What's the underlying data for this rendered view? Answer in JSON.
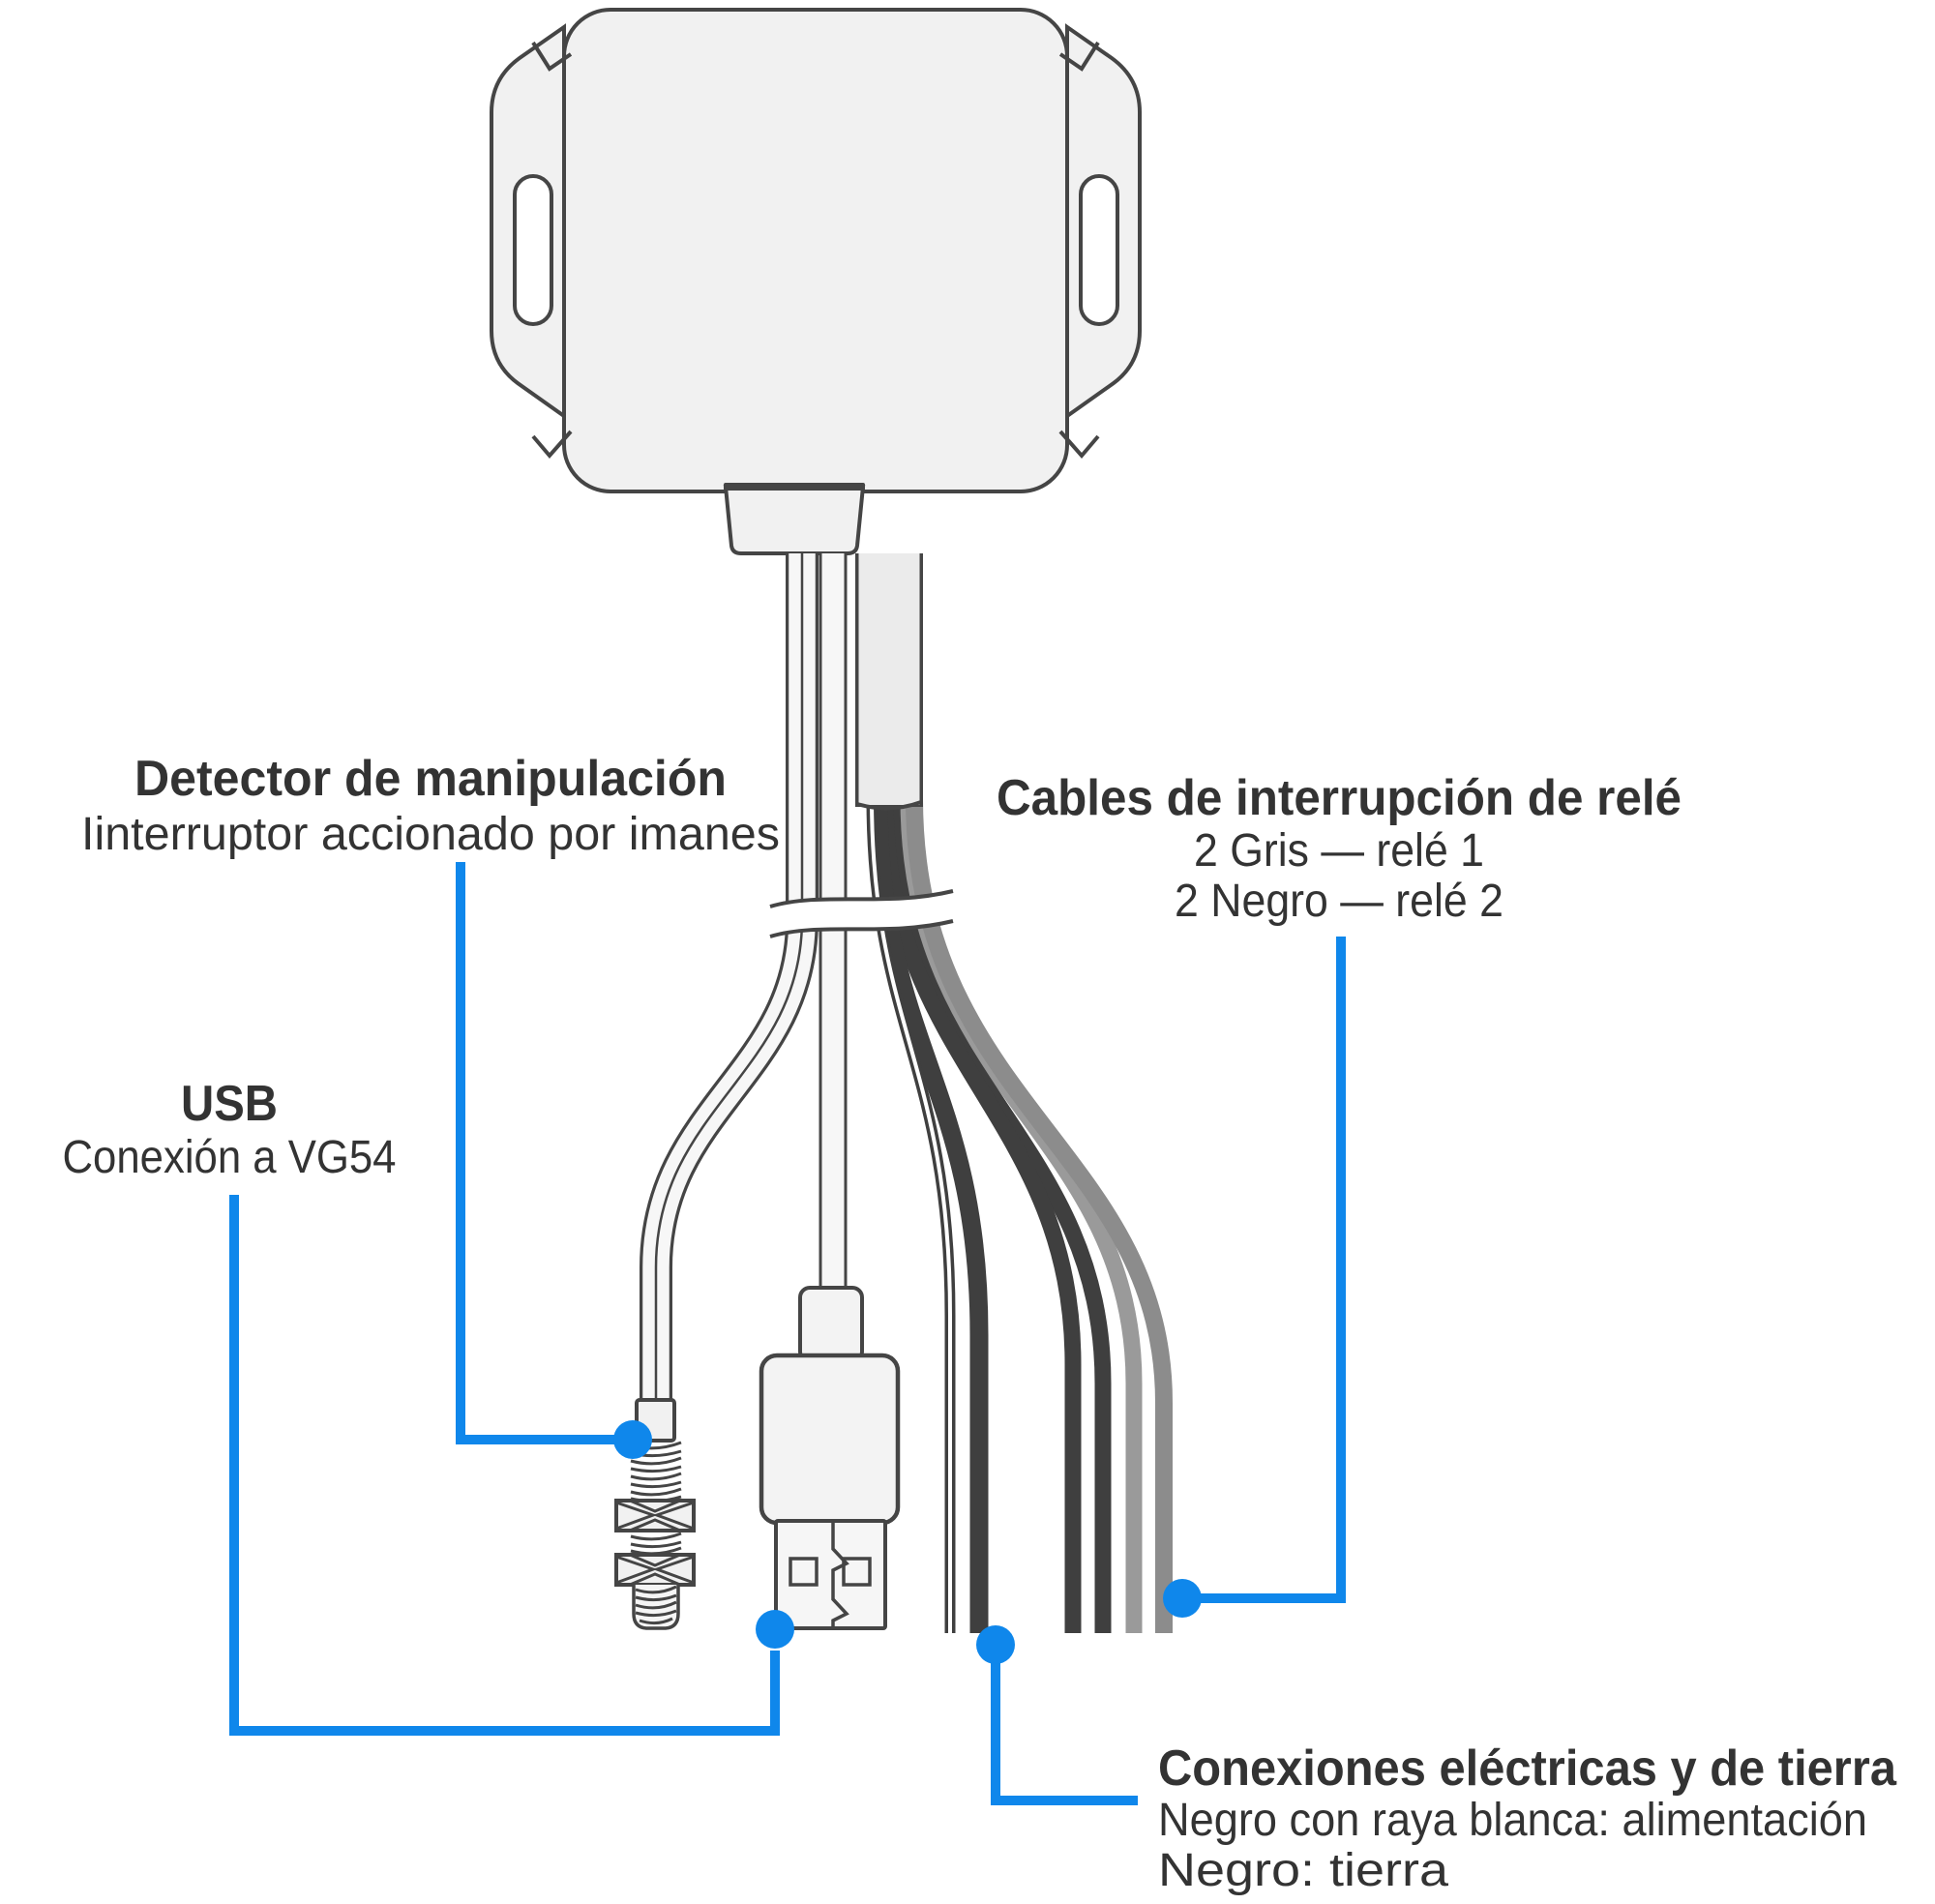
{
  "colors": {
    "accent": "#0F87EB",
    "outline": "#454545",
    "text": "#333333",
    "black_wire": "#3F3F3F",
    "gray_wire_1": "#9A9A9A",
    "gray_wire_2": "#8C8C8C",
    "body_fill": "#F1F1F1"
  },
  "callouts": {
    "tamper": {
      "title": "Detector de manipulación",
      "subtitle": "Iinterruptor accionado por imanes"
    },
    "usb": {
      "title": "USB",
      "subtitle": "Conexión a VG54"
    },
    "relay": {
      "title": "Cables de interrupción de relé",
      "lines": [
        "2 Gris — relé 1",
        "2 Negro — relé 2"
      ]
    },
    "power": {
      "title": "Conexiones eléctricas y de tierra",
      "lines": [
        "Negro con raya blanca: alimentación",
        "Negro: tierra"
      ]
    }
  }
}
